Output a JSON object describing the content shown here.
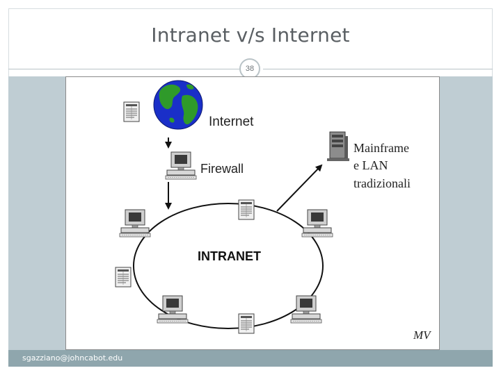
{
  "slide": {
    "title": "Intranet v/s Internet",
    "page_number": "38",
    "footer_email": "sgazziano@johncabot.edu"
  },
  "diagram": {
    "label_internet": "Internet",
    "label_firewall": "Firewall",
    "label_intranet": "INTRANET",
    "label_mainframe_lines": [
      "Mainframe",
      "e LAN",
      "tradizionali"
    ],
    "signature": "MV"
  },
  "colors": {
    "ocean": "#1a2fc8",
    "land": "#2f9a2a",
    "band": "#bfcdd3",
    "footer": "#8fa6ad"
  }
}
